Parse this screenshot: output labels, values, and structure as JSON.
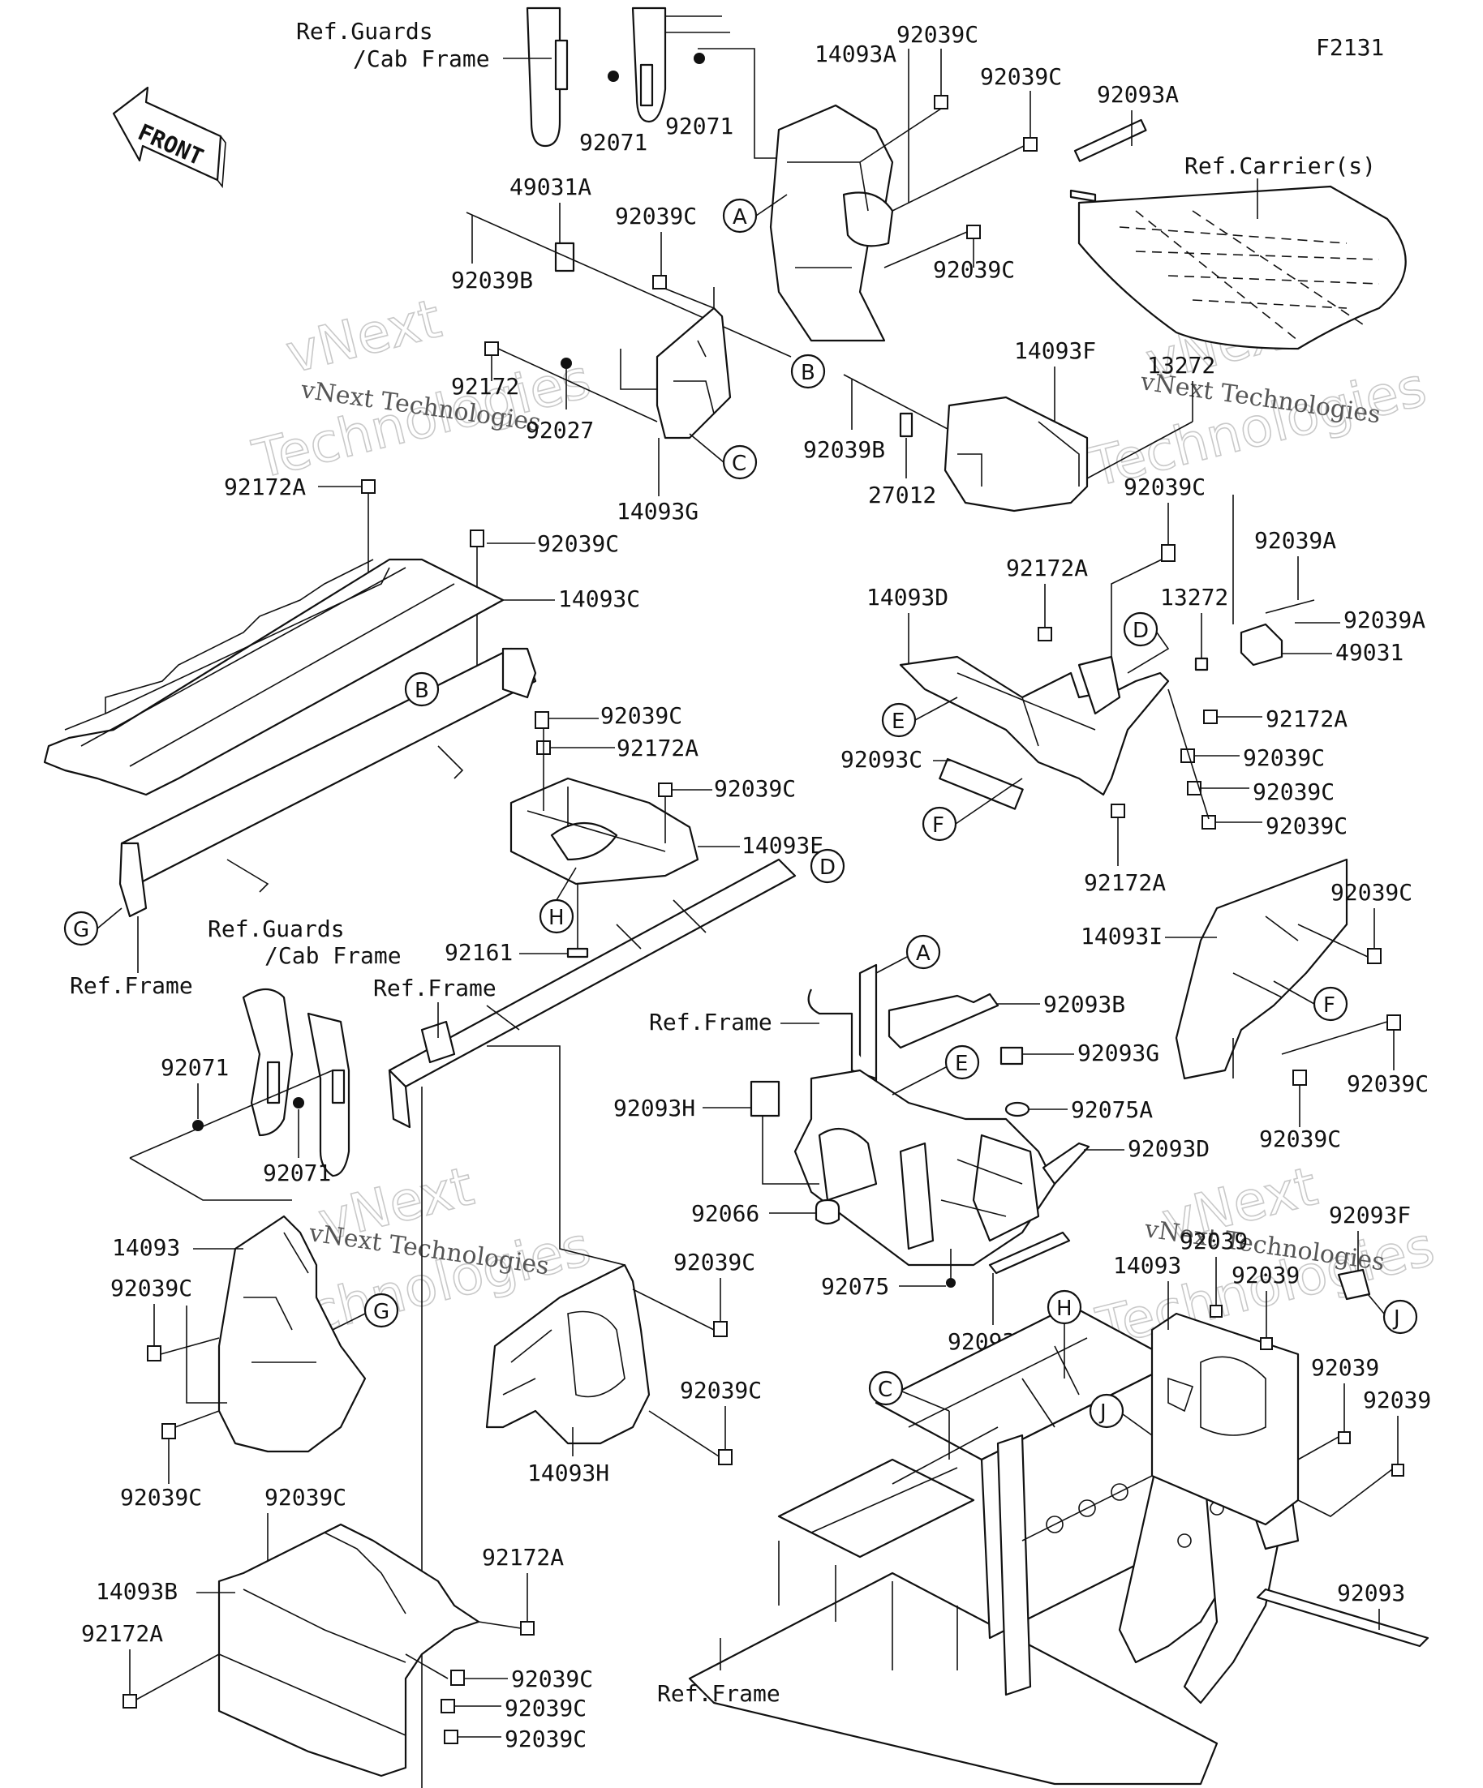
{
  "diagram": {
    "code": "F2131",
    "front_label": "FRONT",
    "watermark": {
      "brand": "vNext",
      "word": "Technologies",
      "full": "vNext Technologies"
    },
    "refs": {
      "guards_cab_1": "Ref.Guards",
      "guards_cab_2": "/Cab Frame",
      "carriers": "Ref.Carrier(s)",
      "frame": "Ref.Frame"
    },
    "circle_letters": [
      "A",
      "B",
      "C",
      "D",
      "E",
      "F",
      "G",
      "H",
      "J"
    ],
    "parts": {
      "p14093A": "14093A",
      "p14093B": "14093B",
      "p14093C": "14093C",
      "p14093D": "14093D",
      "p14093E": "14093E",
      "p14093F": "14093F",
      "p14093G": "14093G",
      "p14093H": "14093H",
      "p14093I": "14093I",
      "p14093": "14093",
      "p92039": "92039",
      "p92039A": "92039A",
      "p92039B": "92039B",
      "p92039C": "92039C",
      "p92071": "92071",
      "p92093": "92093",
      "p92093A": "92093A",
      "p92093B": "92093B",
      "p92093C": "92093C",
      "p92093D": "92093D",
      "p92093E": "92093E",
      "p92093F": "92093F",
      "p92093G": "92093G",
      "p92093H": "92093H",
      "p92172": "92172",
      "p92172A": "92172A",
      "p92027": "92027",
      "p92161": "92161",
      "p92066": "92066",
      "p92075": "92075",
      "p92075A": "92075A",
      "p27012": "27012",
      "p13272": "13272",
      "p49031": "49031",
      "p49031A": "49031A"
    }
  }
}
